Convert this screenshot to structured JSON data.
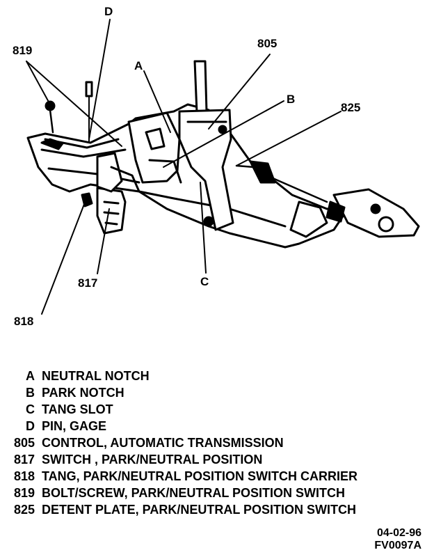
{
  "callouts": {
    "d": "D",
    "c819": "819",
    "a": "A",
    "c805": "805",
    "b": "B",
    "c825": "825",
    "c817": "817",
    "c": "C",
    "c818": "818"
  },
  "legend": [
    {
      "key": "A",
      "desc": "NEUTRAL NOTCH"
    },
    {
      "key": "B",
      "desc": "PARK NOTCH"
    },
    {
      "key": "C",
      "desc": "TANG SLOT"
    },
    {
      "key": "D",
      "desc": "PIN, GAGE"
    },
    {
      "key": "805",
      "desc": "CONTROL, AUTOMATIC TRANSMISSION"
    },
    {
      "key": "817",
      "desc": "SWITCH , PARK/NEUTRAL POSITION"
    },
    {
      "key": "818",
      "desc": "TANG, PARK/NEUTRAL POSITION SWITCH CARRIER"
    },
    {
      "key": "819",
      "desc": "BOLT/SCREW, PARK/NEUTRAL POSITION SWITCH"
    },
    {
      "key": "825",
      "desc": "DETENT PLATE, PARK/NEUTRAL POSITION SWITCH"
    }
  ],
  "footer": {
    "date": "04-02-96",
    "code": "FV0097A"
  }
}
